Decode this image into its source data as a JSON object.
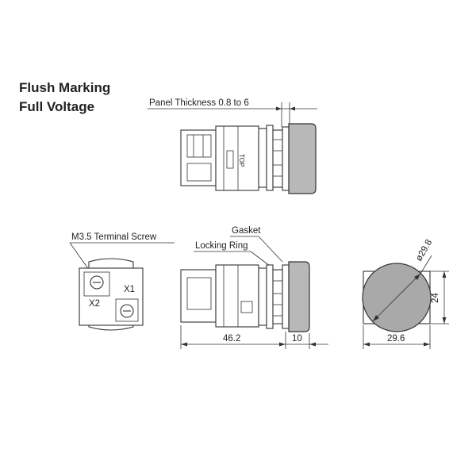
{
  "title": {
    "line1": "Flush Marking",
    "line2": "Full Voltage"
  },
  "labels": {
    "panel_thickness": "Panel Thickness 0.8 to 6",
    "terminal_screw": "M3.5 Terminal Screw",
    "gasket": "Gasket",
    "locking_ring": "Locking Ring",
    "terminal_x1": "X1",
    "terminal_x2": "X2",
    "top_mark": "TOP"
  },
  "dimensions": {
    "body_length": "46.2",
    "lens_depth": "10",
    "width": "29.6",
    "height": "24",
    "diameter": "ø29.8"
  },
  "colors": {
    "lens": "#b8b8b8",
    "line": "#333333"
  }
}
